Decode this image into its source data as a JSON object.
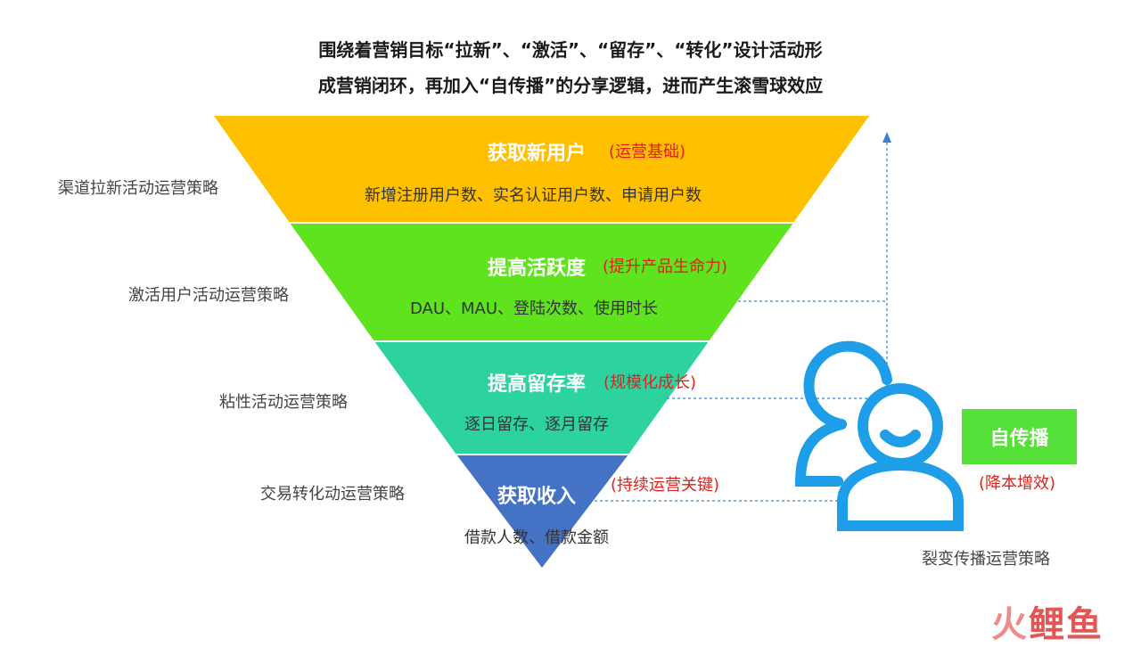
{
  "header": {
    "line1": "围绕着营销目标“拉新”、“激活”、“留存”、“转化”设计活动形",
    "line2": "成营销闭环，再加入“自传播”的分享逻辑，进而产生滚雪球效应"
  },
  "stages": [
    {
      "title": "获取新用户",
      "note": "(运营基础)",
      "metrics": "新增注册用户数、实名认证用户数、申请用户数",
      "strategy": "渠道拉新活动运营策略",
      "color": "#ffc000"
    },
    {
      "title": "提高活跃度",
      "note": "(提升产品生命力)",
      "metrics": "DAU、MAU、登陆次数、使用时长",
      "strategy": "激活用户活动运营策略",
      "color": "#5fe31f"
    },
    {
      "title": "提高留存率",
      "note": "(规模化成长)",
      "metrics": "逐日留存、逐月留存",
      "strategy": "粘性活动运营策略",
      "color": "#2dd39e"
    },
    {
      "title": "获取收入",
      "note": "(持续运营关键)",
      "metrics": "借款人数、借款金额",
      "strategy": "交易转化动运营策略",
      "color": "#4472c4"
    }
  ],
  "viral": {
    "label": "自传播",
    "note": "(降本增效)",
    "strategy": "裂变传播运营策略",
    "icon": "users-icon",
    "badge_color": "#55e03a",
    "icon_color": "#1e9ee8"
  },
  "watermark": {
    "text1": "火",
    "text2": "鲤",
    "text3": "鱼"
  }
}
